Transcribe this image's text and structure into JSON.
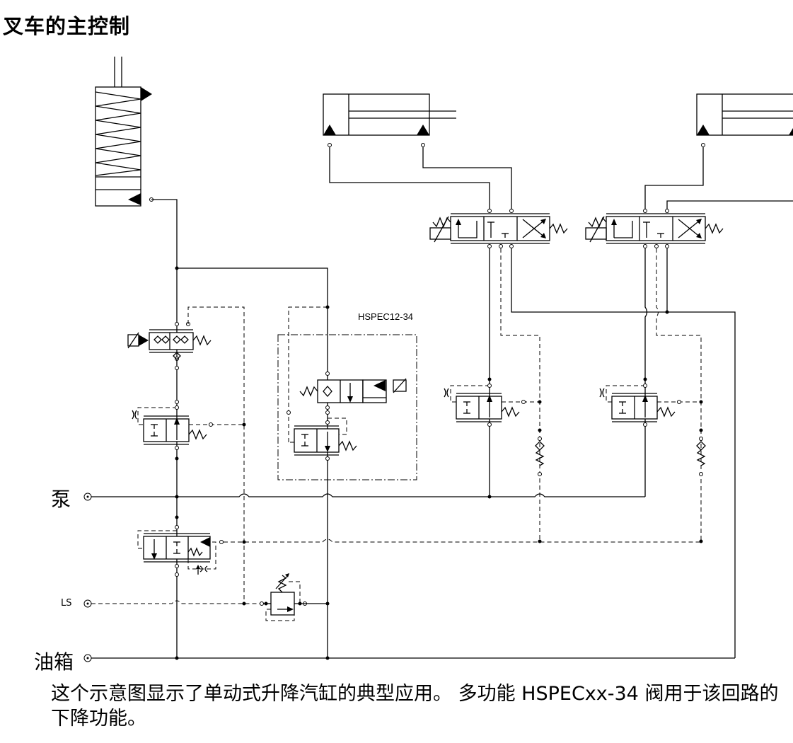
{
  "title": "叉车的主控制",
  "ports": {
    "pump": "泵",
    "load_sense": "LS",
    "tank": "油箱"
  },
  "valve_label": "HSPEC12-34",
  "caption": "这个示意图显示了单动式升降汽缸的典型应用。 多功能 HSPECxx-34 阀用于该回路的下降功能。"
}
